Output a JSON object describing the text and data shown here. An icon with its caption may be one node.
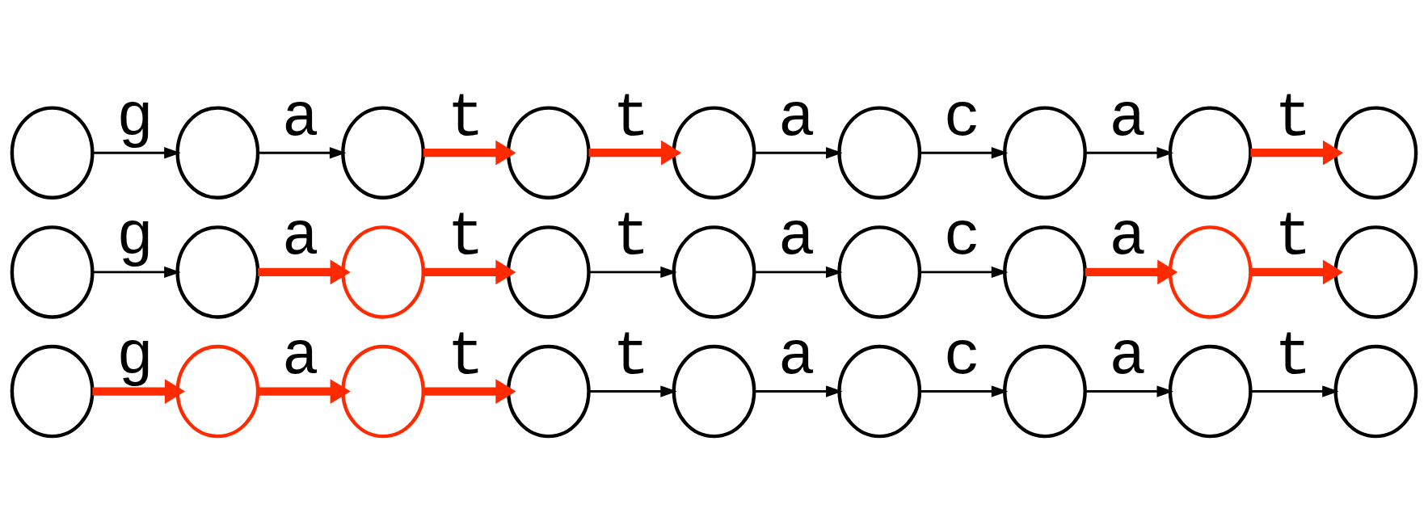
{
  "diagram": {
    "nodes": [
      {
        "text": [],
        "shape": "circle"
      },
      {
        "text": [],
        "shape": "circle"
      },
      {
        "text": [],
        "shape": "circle"
      },
      {
        "text": [],
        "shape": "circle"
      },
      {
        "text": [],
        "shape": "circle"
      },
      {
        "text": [],
        "shape": "circle"
      },
      {
        "text": [],
        "shape": "circle"
      },
      {
        "text": [],
        "shape": "circle"
      },
      {
        "text": [],
        "shape": "circle"
      },
      {
        "text": [],
        "shape": "circle"
      },
      {
        "text": [],
        "shape": "circle"
      },
      {
        "text": [],
        "shape": "circle"
      },
      {
        "text": [],
        "shape": "circle"
      },
      {
        "text": [],
        "shape": "circle"
      },
      {
        "text": [],
        "shape": "circle"
      },
      {
        "text": [],
        "shape": "circle"
      },
      {
        "text": [],
        "shape": "circle"
      },
      {
        "text": [],
        "shape": "circle"
      },
      {
        "text": [],
        "shape": "circle"
      },
      {
        "text": [],
        "shape": "circle"
      },
      {
        "text": [],
        "shape": "circle"
      },
      {
        "text": [],
        "shape": "circle"
      },
      {
        "text": [],
        "shape": "circle"
      },
      {
        "text": [],
        "shape": "circle"
      },
      {
        "text": [],
        "shape": "circle"
      },
      {
        "text": [],
        "shape": "circle"
      },
      {
        "text": [],
        "shape": "circle"
      }
    ],
    "edges": [
      {
        "from": 0,
        "to": 1,
        "arrow": "to",
        "label": "g"
      },
      {
        "from": 1,
        "to": 2,
        "arrow": "to",
        "label": "a"
      },
      {
        "from": 2,
        "to": 3,
        "arrow": "to",
        "label": "t",
        "style": "thick",
        "color": "#ff2a00"
      },
      {
        "from": 3,
        "to": 4,
        "arrow": "to",
        "label": "t",
        "style": "thick",
        "color": "#ff2a00"
      },
      {
        "from": 4,
        "to": 5,
        "arrow": "to",
        "label": "a"
      },
      {
        "from": 5,
        "to": 6,
        "arrow": "to",
        "label": "c"
      },
      {
        "from": 6,
        "to": 7,
        "arrow": "to",
        "label": "a"
      },
      {
        "from": 7,
        "to": 8,
        "arrow": "to",
        "label": "t",
        "style": "thick",
        "color": "#ff2a00"
      },
      {
        "from": 9,
        "to": 10,
        "arrow": "to",
        "label": "g"
      },
      {
        "from": 10,
        "to": 11,
        "arrow": "to",
        "label": "a",
        "style": "thick",
        "color": "#ff2a00"
      },
      {
        "from": 11,
        "to": 12,
        "arrow": "to",
        "label": "t",
        "style": "thick",
        "color": "#ff2a00"
      },
      {
        "from": 12,
        "to": 13,
        "arrow": "to",
        "label": "t"
      },
      {
        "from": 13,
        "to": 14,
        "arrow": "to",
        "label": "a"
      },
      {
        "from": 14,
        "to": 15,
        "arrow": "to",
        "label": "c"
      },
      {
        "from": 15,
        "to": 16,
        "arrow": "to",
        "label": "a",
        "style": "thick",
        "color": "#ff2a00"
      },
      {
        "from": 16,
        "to": 17,
        "arrow": "to",
        "label": "t",
        "style": "thick",
        "color": "#ff2a00"
      },
      {
        "from": 18,
        "to": 19,
        "arrow": "to",
        "label": "g",
        "style": "thick",
        "color": "#ff2a00"
      },
      {
        "from": 19,
        "to": 20,
        "arrow": "to",
        "label": "a",
        "style": "thick",
        "color": "#ff2a00"
      },
      {
        "from": 20,
        "to": 21,
        "arrow": "to",
        "label": "t",
        "style": "thick",
        "color": "#ff2a00"
      },
      {
        "from": 21,
        "to": 22,
        "arrow": "to",
        "label": "t"
      },
      {
        "from": 22,
        "to": 23,
        "arrow": "to",
        "label": "a"
      },
      {
        "from": 23,
        "to": 24,
        "arrow": "to",
        "label": "c"
      },
      {
        "from": 24,
        "to": 25,
        "arrow": "to",
        "label": "a"
      },
      {
        "from": 25,
        "to": 26,
        "arrow": "to",
        "label": "t"
      }
    ]
  }
}
